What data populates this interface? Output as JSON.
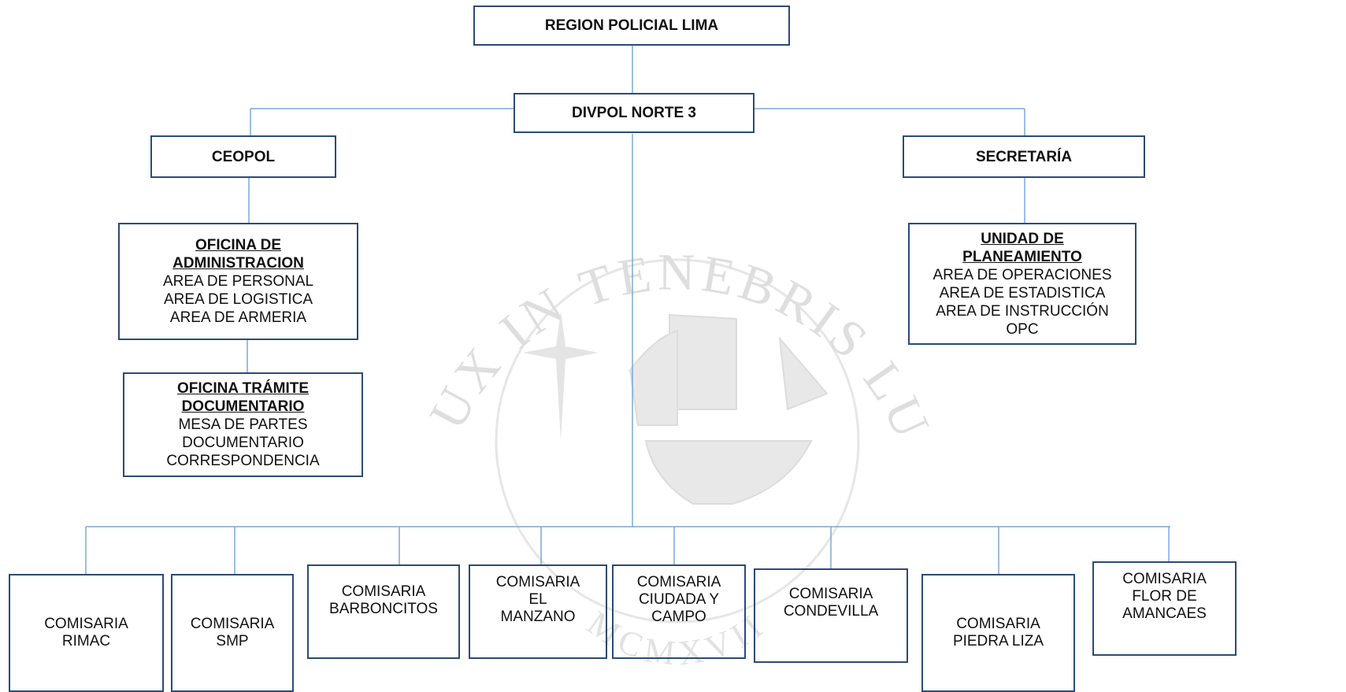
{
  "org_chart": {
    "top": "REGION POLICIAL LIMA",
    "level2": "DIVPOL NORTE 3",
    "left_branch": {
      "title": "CEOPOL",
      "office1": {
        "heading": [
          "OFICINA DE",
          "ADMINISTRACION"
        ],
        "items": [
          "AREA DE PERSONAL",
          "AREA DE LOGISTICA",
          "AREA DE ARMERIA"
        ]
      },
      "office2": {
        "heading": [
          "OFICINA TRÁMITE",
          "DOCUMENTARIO"
        ],
        "items": [
          "MESA DE PARTES",
          "DOCUMENTARIO",
          "CORRESPONDENCIA"
        ]
      }
    },
    "right_branch": {
      "title": "SECRETARÍA",
      "unit": {
        "heading": [
          "UNIDAD DE",
          "PLANEAMIENTO"
        ],
        "items": [
          "AREA DE OPERACIONES",
          "AREA DE ESTADISTICA",
          "AREA DE INSTRUCCIÓN",
          "OPC"
        ]
      }
    },
    "comisarias": [
      [
        "COMISARIA",
        "RIMAC"
      ],
      [
        "COMISARIA",
        "SMP"
      ],
      [
        "COMISARIA",
        "BARBONCITOS"
      ],
      [
        "COMISARIA",
        "EL",
        "MANZANO"
      ],
      [
        "COMISARIA",
        "CIUDADA Y",
        "CAMPO"
      ],
      [
        "COMISARIA",
        "CONDEVILLA"
      ],
      [
        "COMISARIA",
        "PIEDRA LIZA"
      ],
      [
        "COMISARIA",
        "FLOR DE",
        "AMANCAES"
      ]
    ]
  },
  "watermark": {
    "motto": "ET LUX IN TENEBRIS LUCET",
    "year": "MCMXVII"
  },
  "colors": {
    "box_border": "#2c4a78",
    "connector": "#7fa7d6",
    "watermark": "#dcdcdc"
  }
}
